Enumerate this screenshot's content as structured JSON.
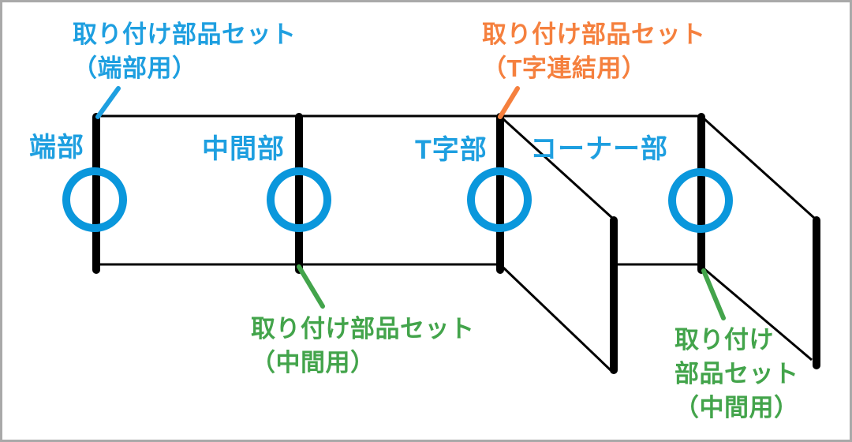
{
  "colors": {
    "background": "#ffffff",
    "border_gray": "#a9a9a9",
    "label_blue": "#1e9fe0",
    "circle_blue": "#0a97dc",
    "orange": "#f5803e",
    "green": "#43a44b",
    "line_black": "#000000"
  },
  "annotations": {
    "end_set": {
      "line1": "取り付け部品セット",
      "line2": "（端部用）"
    },
    "t_joint_set": {
      "line1": "取り付け部品セット",
      "line2": "（T字連結用）"
    },
    "middle_set": {
      "line1": "取り付け部品セット",
      "line2": "（中間用）"
    },
    "middle_set_right": {
      "line1": "取り付け",
      "line2": "部品セット",
      "line3": "（中間用）"
    }
  },
  "part_labels": {
    "end": "端部",
    "middle": "中間部",
    "t_junction": "T字部",
    "corner": "コーナー部"
  }
}
